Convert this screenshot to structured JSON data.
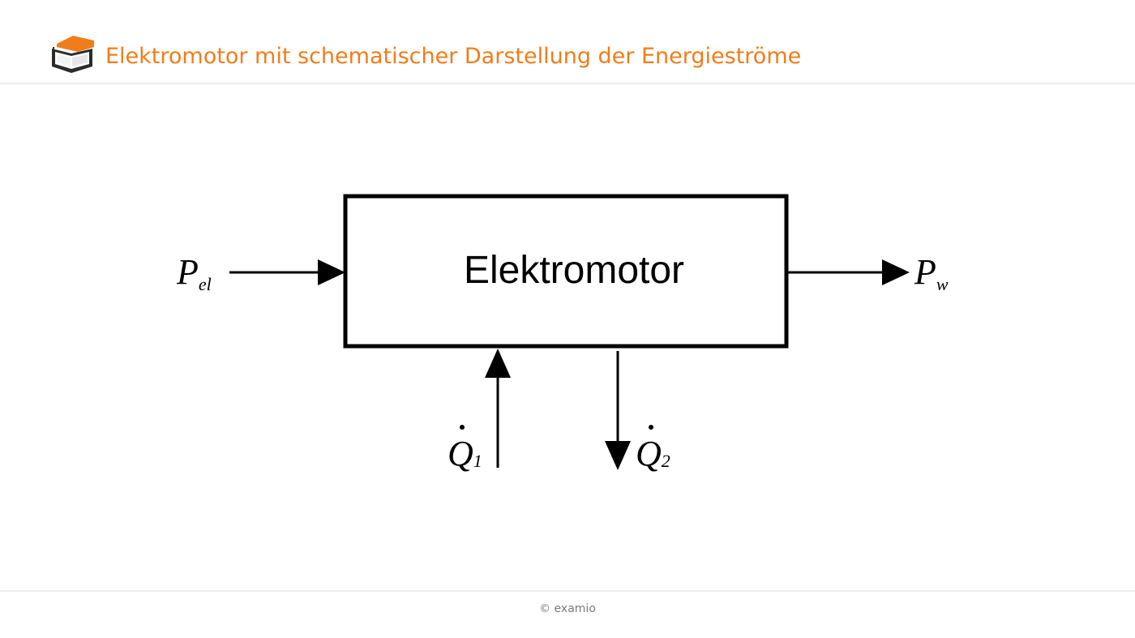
{
  "header": {
    "title": "Elektromotor mit schematischer Darstellung der Energieströme"
  },
  "diagram": {
    "block_label": "Elektromotor",
    "input_power": {
      "symbol": "P",
      "subscript": "el"
    },
    "output_power": {
      "symbol": "P",
      "subscript": "w"
    },
    "heat_in": {
      "symbol": "Q",
      "subscript": "1"
    },
    "heat_out": {
      "symbol": "Q",
      "subscript": "2"
    }
  },
  "footer": {
    "copyright": "© examio"
  },
  "colors": {
    "accent": "#f07d1a",
    "ink": "#000000",
    "divider": "#eeeeee",
    "footer_text": "#7a7a7a"
  }
}
